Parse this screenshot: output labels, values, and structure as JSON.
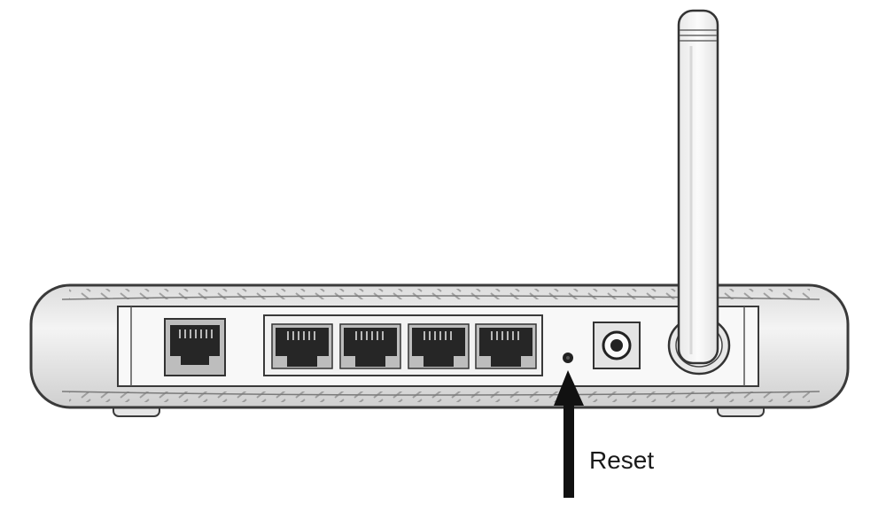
{
  "labels": {
    "reset": "Reset"
  },
  "colors": {
    "background": "#ffffff",
    "outline": "#3a3a3a",
    "body_fill": "#efefef",
    "panel_fill": "#f7f7f7",
    "port_fill": "#262626",
    "arrow": "#111111",
    "reset_dot": "#e02020"
  },
  "ports": {
    "wan_count": 1,
    "lan_count": 4
  }
}
